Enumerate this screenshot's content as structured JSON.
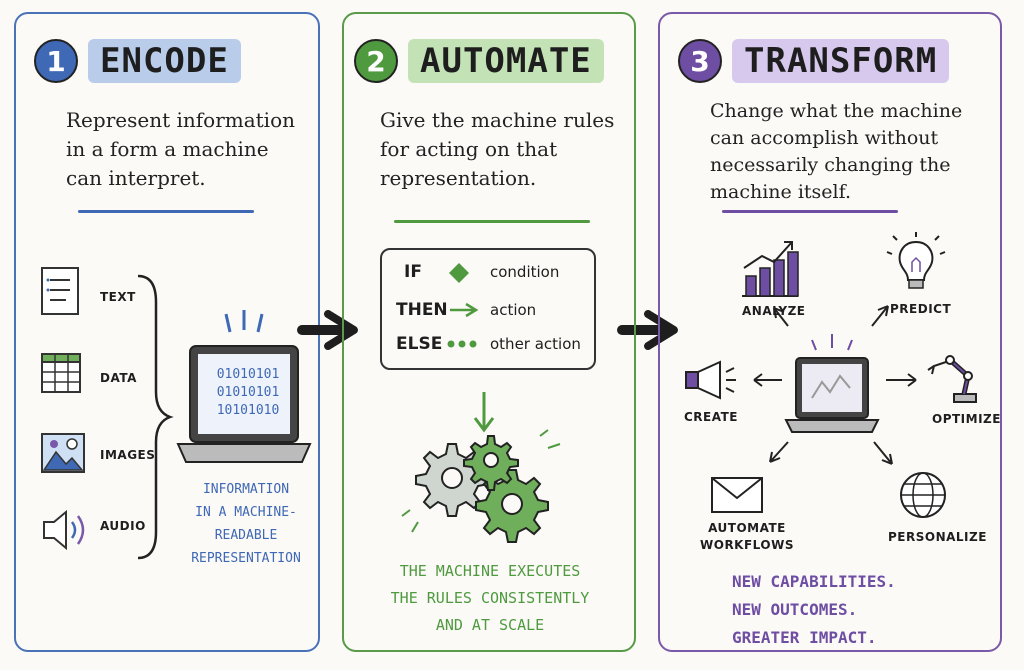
{
  "panels": [
    {
      "number": "1",
      "title": "ENCODE",
      "description": "Represent information\nin a form a machine\ncan interpret.",
      "inputs": [
        "TEXT",
        "DATA",
        "IMAGES",
        "AUDIO"
      ],
      "screen_code": [
        "01010101",
        "01010101",
        "10101010"
      ],
      "caption": "INFORMATION\nIN A MACHINE-\nREADABLE\nREPRESENTATION"
    },
    {
      "number": "2",
      "title": "AUTOMATE",
      "description": "Give the machine rules\nfor acting on that\nrepresentation.",
      "rules": [
        {
          "keyword": "IF",
          "value": "condition"
        },
        {
          "keyword": "THEN",
          "value": "action"
        },
        {
          "keyword": "ELSE",
          "value": "other action"
        }
      ],
      "caption": "THE MACHINE EXECUTES\nTHE RULES CONSISTENTLY\nAND AT SCALE"
    },
    {
      "number": "3",
      "title": "TRANSFORM",
      "description": "Change what the machine\ncan accomplish without\nnecessarily changing the\nmachine itself.",
      "capabilities": [
        "ANALYZE",
        "PREDICT",
        "CREATE",
        "OPTIMIZE",
        "AUTOMATE\nWORKFLOWS",
        "PERSONALIZE"
      ],
      "caption": "NEW CAPABILITIES.\nNEW OUTCOMES.\nGREATER IMPACT."
    }
  ],
  "colors": {
    "blue": "#3f68b5",
    "blue_light": "#b9cdeb",
    "green": "#4f9a3f",
    "green_light": "#c3e2b5",
    "purple": "#6e4ea3",
    "purple_light": "#d7c9ee"
  },
  "icons": {
    "inputs": [
      "document-icon",
      "table-icon",
      "image-icon",
      "speaker-icon"
    ],
    "capabilities": [
      "bar-chart-icon",
      "lightbulb-icon",
      "megaphone-icon",
      "robot-arm-icon",
      "envelope-icon",
      "globe-icon"
    ]
  }
}
